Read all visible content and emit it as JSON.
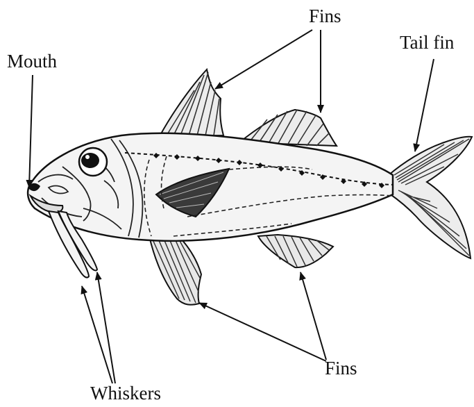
{
  "labels": {
    "fins_top": "Fins",
    "tail_fin": "Tail fin",
    "mouth": "Mouth",
    "fins_bottom": "Fins",
    "whiskers": "Whiskers"
  },
  "colors": {
    "outline": "#111111",
    "fin_shade": "#3a3a3a",
    "body_fill": "#f4f4f4"
  }
}
